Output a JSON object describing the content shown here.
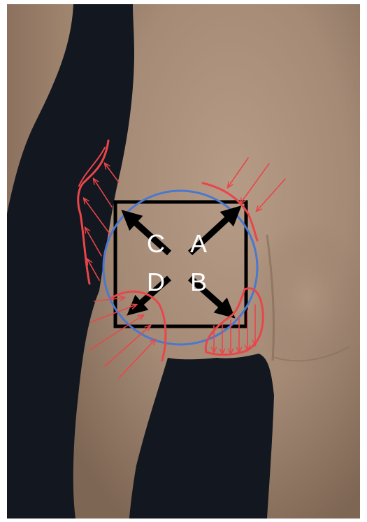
{
  "labels": {
    "a": "A",
    "b": "B",
    "c": "C",
    "d": "D"
  },
  "colors": {
    "background": "#13171f",
    "skin": "#a88e79",
    "annotation_red": "#e8464a",
    "circle_blue": "#4a78d0",
    "square_black": "#000000",
    "label_white": "#ffffff"
  },
  "arrows": {
    "center_arrows": [
      "up-right",
      "down-right",
      "up-left",
      "down-left"
    ],
    "red_arrow_groups": [
      "left-side-upward",
      "upper-right-inward",
      "lower-left-inward",
      "lower-right-downward"
    ]
  }
}
